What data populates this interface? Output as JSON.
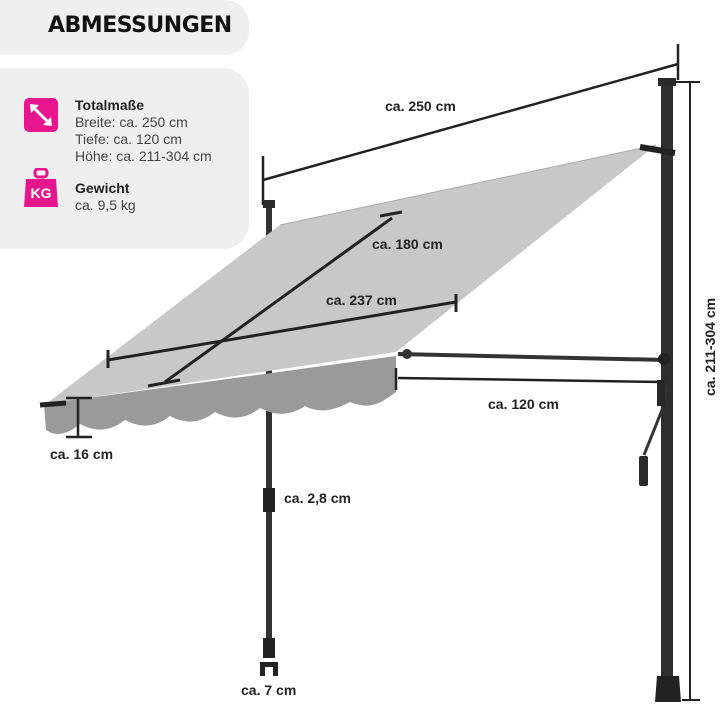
{
  "title": "ABMESSUNGEN",
  "info": {
    "total_heading": "Totalmaße",
    "width_line": "Breite: ca. 250 cm",
    "depth_line": "Tiefe: ca. 120 cm",
    "height_line": "Höhe: ca. 211-304 cm",
    "weight_heading": "Gewicht",
    "weight_value": "ca. 9,5 kg",
    "kg_badge": "KG"
  },
  "icons": {
    "dimensions": "diagonal-arrows-icon",
    "weight": "weight-kg-icon"
  },
  "colors": {
    "accent": "#e8168d",
    "panel": "#efefef",
    "fabric": "#c9c9c9",
    "frame": "#2b2b2b"
  },
  "dimensions": {
    "width": "ca. 250 cm",
    "fabric_depth": "ca. 180 cm",
    "fabric_diagonal": "ca. 237 cm",
    "projection": "ca. 120 cm",
    "valance": "ca. 16 cm",
    "pole_diameter": "ca. 2,8 cm",
    "foot": "ca. 7 cm",
    "height": "ca. 211-304 cm"
  }
}
